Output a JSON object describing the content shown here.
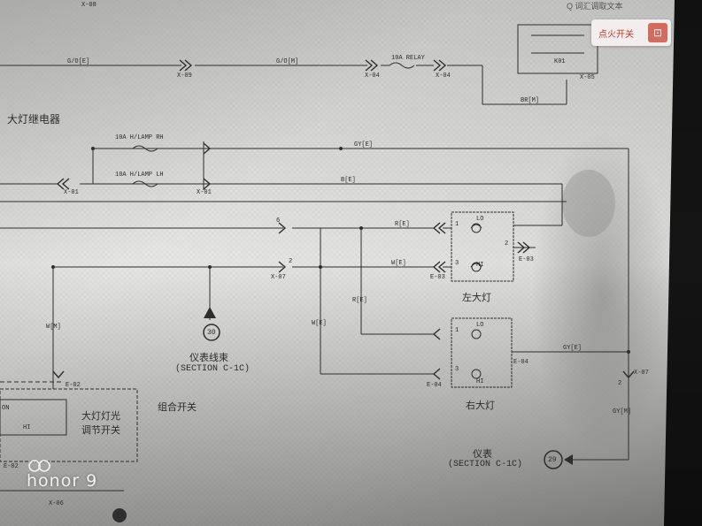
{
  "photo": {
    "subject": "wiring-diagram-on-monitor",
    "colors": {
      "screen": "#dcdcda",
      "wire": "#2e2e2e",
      "bezel": "#151515",
      "shadow": "#8d8d8d"
    }
  },
  "header": {
    "tab_text": "Q 词汇调取文本",
    "ignition_label": "点火开关"
  },
  "connectors": [
    "X-08",
    "X-09",
    "X-04",
    "X-04",
    "X-05",
    "X-01",
    "X-01",
    "X-07",
    "E-03",
    "E-03",
    "E-04",
    "E-04",
    "X-07",
    "E-02",
    "E-02",
    "X-06",
    "K01"
  ],
  "wires": {
    "go_e": "G/O[E]",
    "go_m": "G/O[M]",
    "br_m": "BR[M]",
    "gy_e": "GY[E]",
    "gy_e2": "GY[E]",
    "b_e": "B[E]",
    "r_e": "R[E]",
    "w_e": "W[E]",
    "r_e2": "R[E]",
    "w_e2": "W[E]",
    "w_m": "W[M]",
    "gy_m": "GY[M]"
  },
  "fuses": {
    "relay": "10A RELAY",
    "rh": "10A H/LAMP RH",
    "lh": "10A H/LAMP LH"
  },
  "labels": {
    "headlight_relay": "大灯继电器",
    "left_headlight": "左大灯",
    "right_headlight": "右大灯",
    "instrument_harness": "仪表线束",
    "section_1": "(SECTION C-1C)",
    "combo_switch": "组合开关",
    "headlight_switch_1": "大灯灯光",
    "headlight_switch_2": "调节开关",
    "instrument": "仪表",
    "section_2": "(SECTION C-1C)",
    "terminal_30": "30",
    "terminal_29": "29",
    "lo": "LO",
    "hi": "HI",
    "lo2": "LO",
    "hi2": "HI",
    "pin_6": "6",
    "pin_2": "2",
    "pin_1": "1",
    "pin_3": "3",
    "pin_2b": "2",
    "pin_1b": "1",
    "pin_3b": "3",
    "pin_2c": "2",
    "on": "ON",
    "hi_sw": "HI"
  },
  "watermark": "honor 9"
}
